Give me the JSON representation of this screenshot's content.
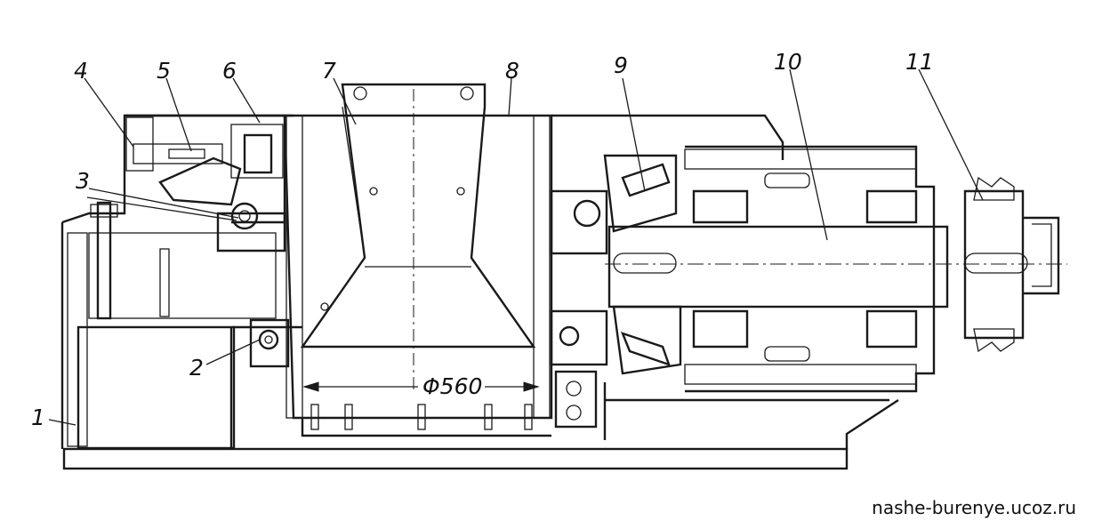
{
  "diagram": {
    "callouts": [
      {
        "id": "1",
        "label": "1"
      },
      {
        "id": "2",
        "label": "2"
      },
      {
        "id": "3",
        "label": "3"
      },
      {
        "id": "4",
        "label": "4"
      },
      {
        "id": "5",
        "label": "5"
      },
      {
        "id": "6",
        "label": "6"
      },
      {
        "id": "7",
        "label": "7"
      },
      {
        "id": "8",
        "label": "8"
      },
      {
        "id": "9",
        "label": "9"
      },
      {
        "id": "10",
        "label": "10"
      },
      {
        "id": "11",
        "label": "11"
      }
    ],
    "dimension_label": "Φ560"
  },
  "watermark": "nashe-burenye.ucoz.ru"
}
